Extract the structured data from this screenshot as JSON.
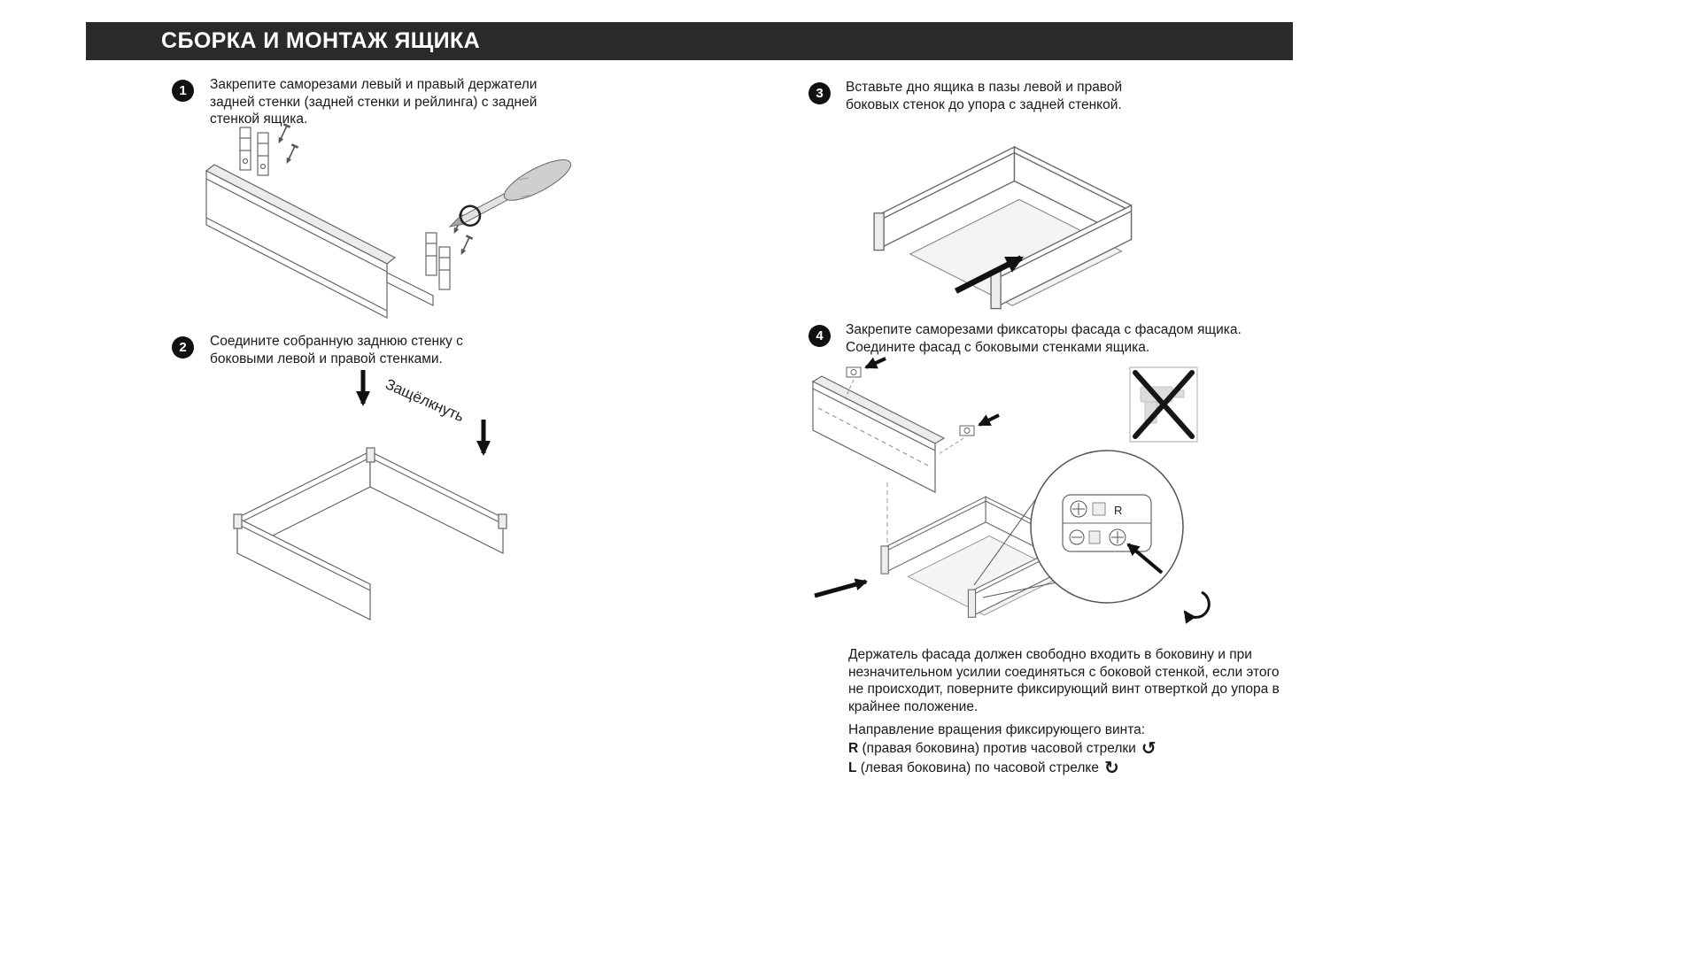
{
  "header": {
    "title": "СБОРКА И МОНТАЖ ЯЩИКА"
  },
  "steps": [
    {
      "number": "1",
      "text": "Закрепите саморезами левый и правый держатели задней стенки (задней стенки и рейлинга) с задней стенкой ящика."
    },
    {
      "number": "2",
      "text": "Соедините собранную заднюю стенку с боковыми левой и правой стенками."
    },
    {
      "number": "3",
      "text": "Вставьте дно ящика в пазы левой и правой боковых стенок до упора с задней стенкой."
    },
    {
      "number": "4",
      "text": "Закрепите саморезами фиксаторы фасада с фасадом ящика. Соедините фасад с боковыми стенками ящика."
    }
  ],
  "annotations": {
    "snap_label": "Защёлкнуть",
    "side_marker": "R"
  },
  "note": "Держатель фасада должен свободно входить в боковину и при незначительном усилии соединяться с боковой стенкой, если этого не происходит, поверните фиксирующий винт отверткой до упора в крайнее положение.",
  "rotation": {
    "title": "Направление вращения фиксирующего винта:",
    "right": {
      "letter": "R",
      "text": " (правая боковина) против часовой стрелки",
      "icon": "↺"
    },
    "left": {
      "letter": "L",
      "text": " (левая боковина) по часовой стрелке",
      "icon": "↻"
    }
  },
  "colors": {
    "header_bg": "#2b2a29",
    "line": "#666666",
    "arrow": "#111111",
    "text": "#1a1a1a"
  }
}
